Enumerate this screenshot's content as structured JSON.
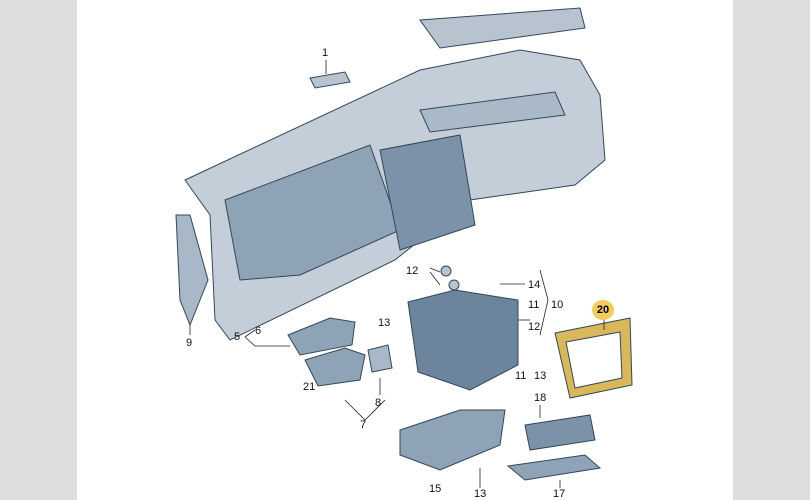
{
  "diagram": {
    "title_hidden": null,
    "highlight_color": "#f3cc5a",
    "part_color": "#9fb2c4",
    "labels": {
      "l1": "1",
      "l9": "9",
      "l5": "5",
      "l6": "6",
      "l13a": "13",
      "l21": "21",
      "l7": "7",
      "l8": "8",
      "l12a": "12",
      "l14": "14",
      "l11a": "11",
      "l10": "10",
      "l12b": "12",
      "l11b": "11",
      "l13b": "13",
      "l20": "20",
      "l18": "18",
      "l15": "15",
      "l13c": "13",
      "l17": "17"
    }
  }
}
